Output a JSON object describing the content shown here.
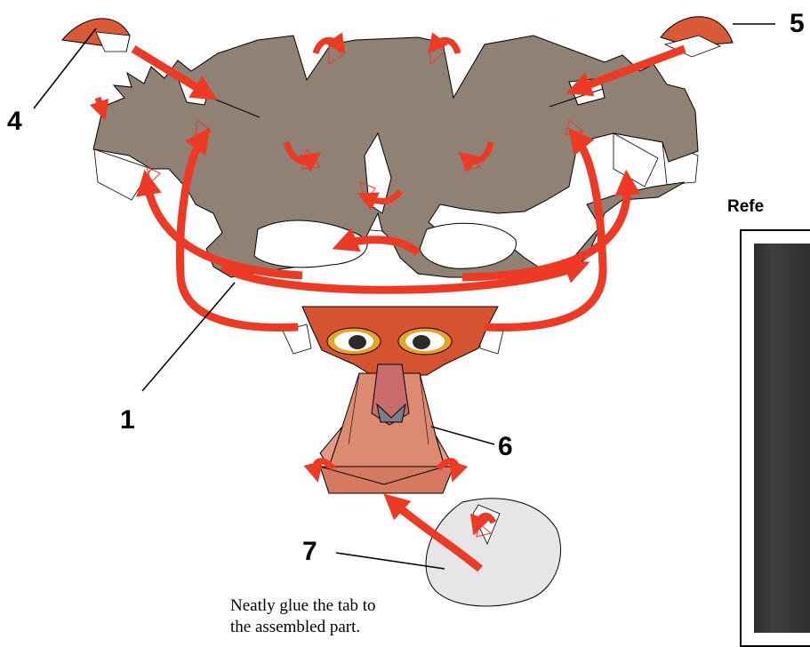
{
  "callouts": {
    "c1": "1",
    "c4": "4",
    "c5": "5",
    "c6": "6",
    "c7": "7"
  },
  "reference": {
    "title": "Refe"
  },
  "instruction": {
    "line1": "Neatly glue the tab to",
    "line2": "the assembled part."
  },
  "colors": {
    "head_part": "#8f8174",
    "face": "#d6532f",
    "nose_box": "#dd8a72",
    "arrow": "#ee3a24",
    "ear_piece": "#d85a36",
    "chin_tab": "#e6e6e8",
    "reference_photo": "#363636"
  }
}
